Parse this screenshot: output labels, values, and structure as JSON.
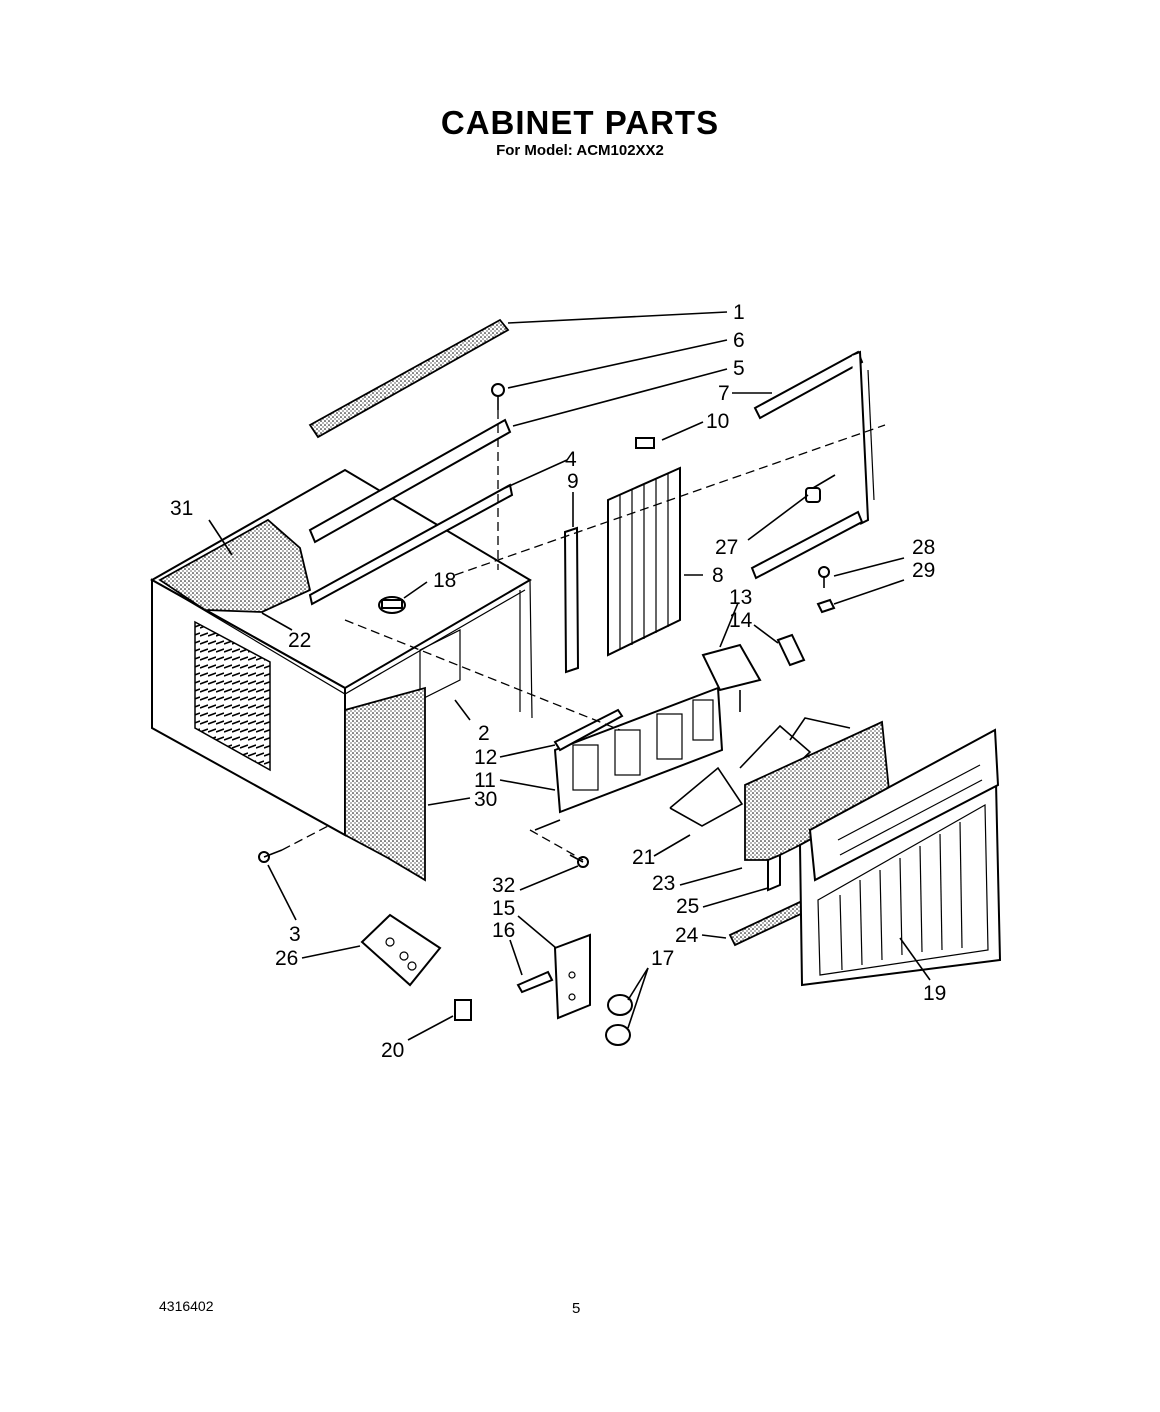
{
  "header": {
    "title": "CABINET PARTS",
    "subtitle": "For Model: ACM102XX2"
  },
  "footer": {
    "doc_number": "4316402",
    "page_number": "5"
  },
  "callouts": {
    "c1": "1",
    "c2": "2",
    "c3": "3",
    "c4": "4",
    "c5": "5",
    "c6": "6",
    "c7": "7",
    "c8": "8",
    "c9": "9",
    "c10": "10",
    "c11": "11",
    "c12": "12",
    "c13": "13",
    "c14": "14",
    "c15": "15",
    "c16": "16",
    "c17": "17",
    "c18": "18",
    "c19": "19",
    "c20": "20",
    "c21": "21",
    "c22": "22",
    "c23": "23",
    "c24": "24",
    "c25": "25",
    "c26": "26",
    "c27": "27",
    "c28": "28",
    "c29": "29",
    "c30": "30",
    "c31": "31",
    "c32": "32"
  }
}
